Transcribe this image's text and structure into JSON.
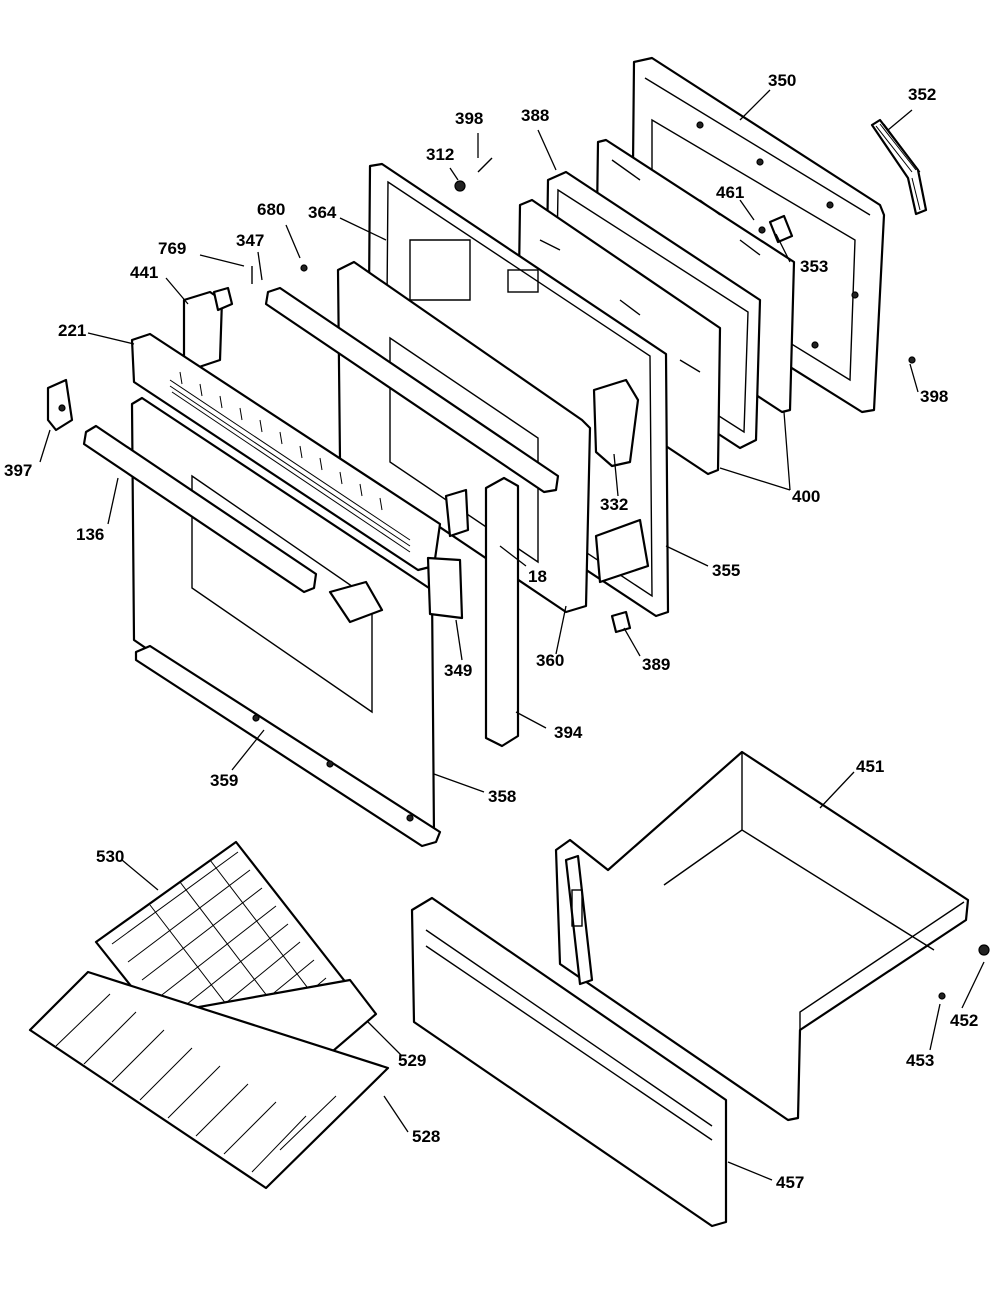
{
  "diagram": {
    "callouts": [
      "350",
      "352",
      "398",
      "388",
      "312",
      "461",
      "680",
      "364",
      "353",
      "769",
      "347",
      "441",
      "221",
      "398",
      "397",
      "400",
      "332",
      "136",
      "18",
      "355",
      "360",
      "389",
      "349",
      "394",
      "359",
      "358",
      "451",
      "530",
      "452",
      "453",
      "529",
      "528",
      "457"
    ]
  }
}
